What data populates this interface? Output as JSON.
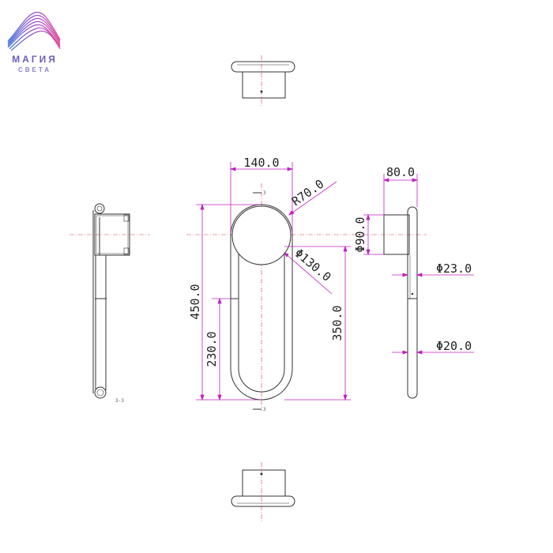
{
  "brand": {
    "name": "МАГИЯ",
    "tagline": "СВЕТА"
  },
  "colors": {
    "outline": "#333333",
    "dimension": "#c020c0",
    "centerline": "#d04050",
    "text": "#222222",
    "logo_name": "#6a5ec0",
    "logo_tagline": "#8a80d0"
  },
  "dimensions": {
    "width_front": "140.0",
    "radius": "R70.0",
    "diameter_disc": "Φ130.0",
    "height_total": "450.0",
    "height_tube": "230.0",
    "height_ring": "350.0",
    "depth_side": "80.0",
    "diameter_base": "Φ90.0",
    "diameter_upper_tube": "Φ23.0",
    "diameter_lower_tube": "Φ20.0"
  },
  "section_markers": {
    "section_label": "3-3",
    "top_cut_label": "3",
    "bottom_cut_label": "3"
  }
}
